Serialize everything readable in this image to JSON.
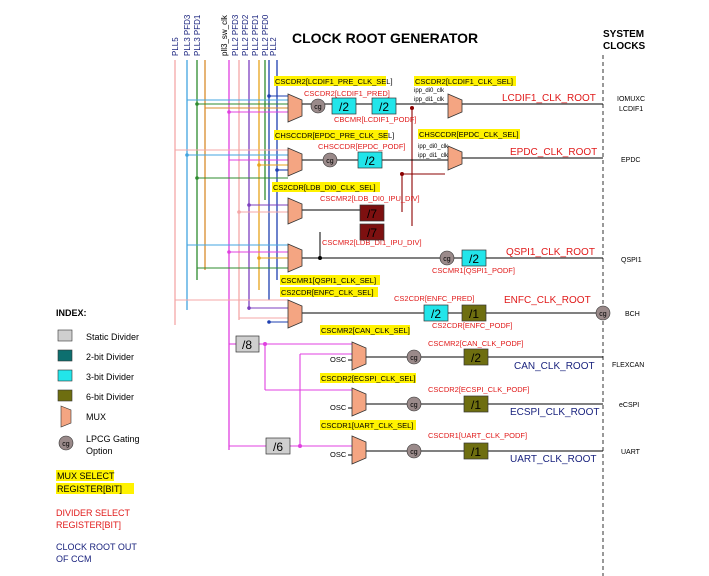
{
  "title": "CLOCK ROOT GENERATOR",
  "system_clocks": [
    "SYSTEM",
    "CLOCKS"
  ],
  "sources": [
    "PLL5",
    "PLL3 PFD3",
    "PLL3 PFD1",
    "pll3_sw_clk",
    "PLL2 PFD3",
    "PLL2 PFD2",
    "PLL2 PFD1",
    "PLL2 PFD0",
    "PLL2"
  ],
  "mux_select": [
    "CSCDR2[LCDIF1_PRE_CLK_SEL]",
    "CSCDR2[LCDIF1_CLK_SEL]",
    "CHSCCDR[EPDC_PRE_CLK_SEL]",
    "CHSCCDR[EPDC_CLK_SEL]",
    "CS2CDR[LDB_DI0_CLK_SEL]",
    "CSCMR1[QSPI1_CLK_SEL]",
    "CS2CDR[ENFC_CLK_SEL]",
    "CSCMR2[CAN_CLK_SEL]",
    "CSCDR2[ECSPI_CLK_SEL]",
    "CSCDR1[UART_CLK_SEL]"
  ],
  "divider_select": [
    "CSCDR2[LCDIF1_PRED]",
    "CBCMR[LCDIF1_PODF]",
    "CHSCCDR[EPDC_PODF]",
    "CSCMR2[LDB_DI0_IPU_DIV]",
    "CSCMR2[LDB_DI1_IPU_DIV]",
    "CSCMR1[QSPI1_PODF]",
    "CS2CDR[ENFC_PRED]",
    "CS2CDR[ENFC_PODF]",
    "CSCMR2[CAN_CLK_PODF]",
    "CSCDR2[ECSPI_CLK_PODF]",
    "CSCDR1[UART_CLK_PODF]"
  ],
  "dividers": [
    "/2",
    "/2",
    "/2",
    "/7",
    "/7",
    "/2",
    "/2",
    "/1",
    "/8",
    "/2",
    "/1",
    "/6",
    "/1"
  ],
  "roots": [
    "LCDIF1_CLK_ROOT",
    "EPDC_CLK_ROOT",
    "QSPI1_CLK_ROOT",
    "ENFC_CLK_ROOT",
    "CAN_CLK_ROOT",
    "ECSPI_CLK_ROOT",
    "UART_CLK_ROOT"
  ],
  "system_outputs": [
    "IOMUXC",
    "LCDIF1",
    "EPDC",
    "QSPI1",
    "BCH",
    "FLEXCAN",
    "eCSPI",
    "UART"
  ],
  "mux_inputs": [
    "ipp_di0_clk",
    "ipp_di1_clk",
    "ipp_di0_clk",
    "ipp_di1_clk"
  ],
  "gate": "cg",
  "osc": "OSC",
  "index": {
    "title": "INDEX:",
    "static": "Static Divider",
    "bit2": "2-bit Divider",
    "bit3": "3-bit Divider",
    "bit6": "6-bit Divider",
    "mux": "MUX",
    "lpcg": [
      "LPCG Gating",
      "Option"
    ],
    "mux_select": [
      "MUX SELECT",
      "REGISTER[BIT]"
    ],
    "divider_select": [
      "DIVIDER SELECT",
      "REGISTER[BIT]"
    ],
    "clock_root": [
      "CLOCK ROOT OUT",
      "OF CCM"
    ]
  },
  "colors": {
    "mux": "#f4a582",
    "gate": "#9a8a8a",
    "static": "#cfcfcf",
    "bit2": "#0d6f6f",
    "bit3": "#22e5ea",
    "bit6": "#6e6e10",
    "bit_dark": "#7d1010",
    "highlight": "#fff200",
    "divider_text": "#e01a1a",
    "root_text": "#1a237e"
  }
}
